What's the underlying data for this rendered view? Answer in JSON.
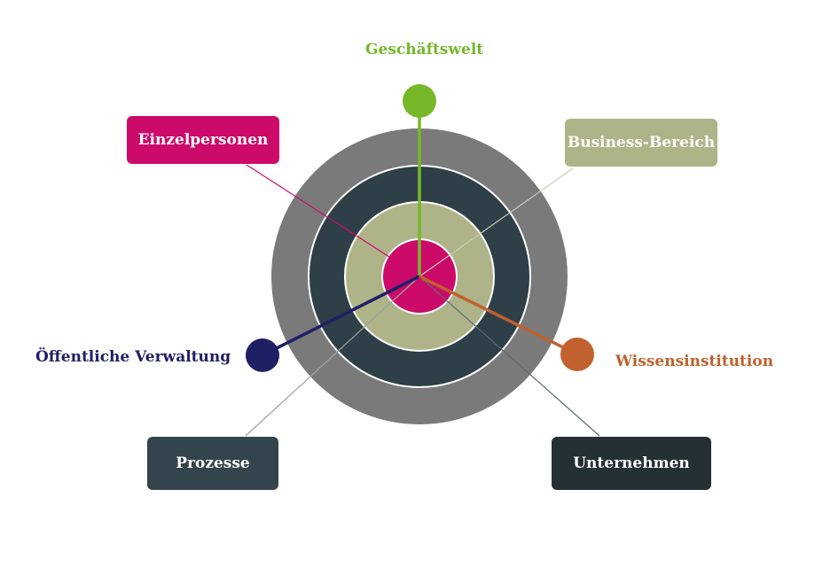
{
  "labels": {
    "geschaeftswelt": "Geschäftswelt",
    "business_bereich": "Business-Bereich",
    "einzelpersonen": "Einzelpersonen",
    "oeffentliche_verwaltung": "Öffentliche Verwaltung",
    "wissensinstitution": "Wissensinstitution",
    "prozesse": "Prozesse",
    "unternehmen": "Unternehmen"
  },
  "colors": {
    "ring_outer": "#7a7a7a",
    "ring_dark": "#2e3f47",
    "ring_sage": "#aeb488",
    "center": "#cc0a6a",
    "green": "#76b82a",
    "sage_box": "#aeb488",
    "magenta_box": "#cc0a6a",
    "navy": "#1f1f66",
    "orange": "#c0612e",
    "prozesse_box": "#33444c",
    "unternehmen_box": "#253035"
  }
}
